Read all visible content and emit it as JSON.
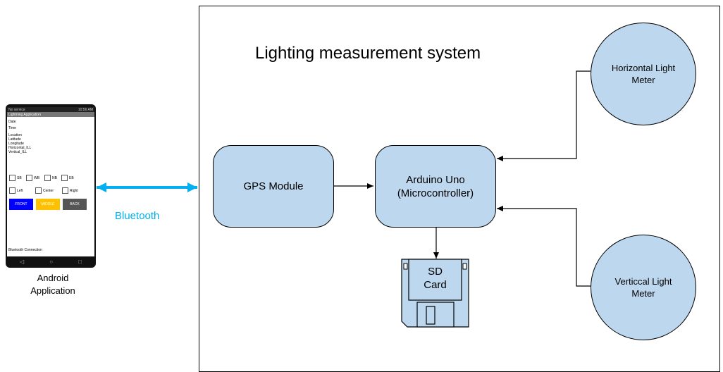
{
  "title": "Lighting measurement system",
  "blocks": {
    "gps": "GPS Module",
    "arduino_line1": "Arduino Uno",
    "arduino_line2": "(Microcontroller)",
    "sd_line1": "SD",
    "sd_line2": "Card",
    "horizontal_line1": "Horizontal Light",
    "horizontal_line2": "Meter",
    "vertical_line1": "Verticcal Light",
    "vertical_line2": "Meter"
  },
  "link_label": "Bluetooth",
  "android": {
    "caption_line1": "Android",
    "caption_line2": "Application",
    "status_left": "No service",
    "status_right": "10:56 AM",
    "app_title": "Lightning Application",
    "fields": [
      "Date",
      "Time",
      "Location",
      "Latitude",
      "Longitude",
      "Horizontal_ILL",
      "Vertical_ILL"
    ],
    "checkboxes_row1": [
      "SB",
      "WB",
      "NB",
      "EB"
    ],
    "checkboxes_row2": [
      "Left",
      "Center",
      "Right"
    ],
    "buttons": [
      "FRONT",
      "MIDDLE",
      "BACK"
    ],
    "footer": "Bluetooth Connection"
  },
  "colors": {
    "block_fill": "#bdd7ee",
    "bluetooth_arrow": "#00b0f0",
    "button_front": "#0000ff",
    "button_middle": "#ffc000",
    "button_back": "#555555"
  }
}
